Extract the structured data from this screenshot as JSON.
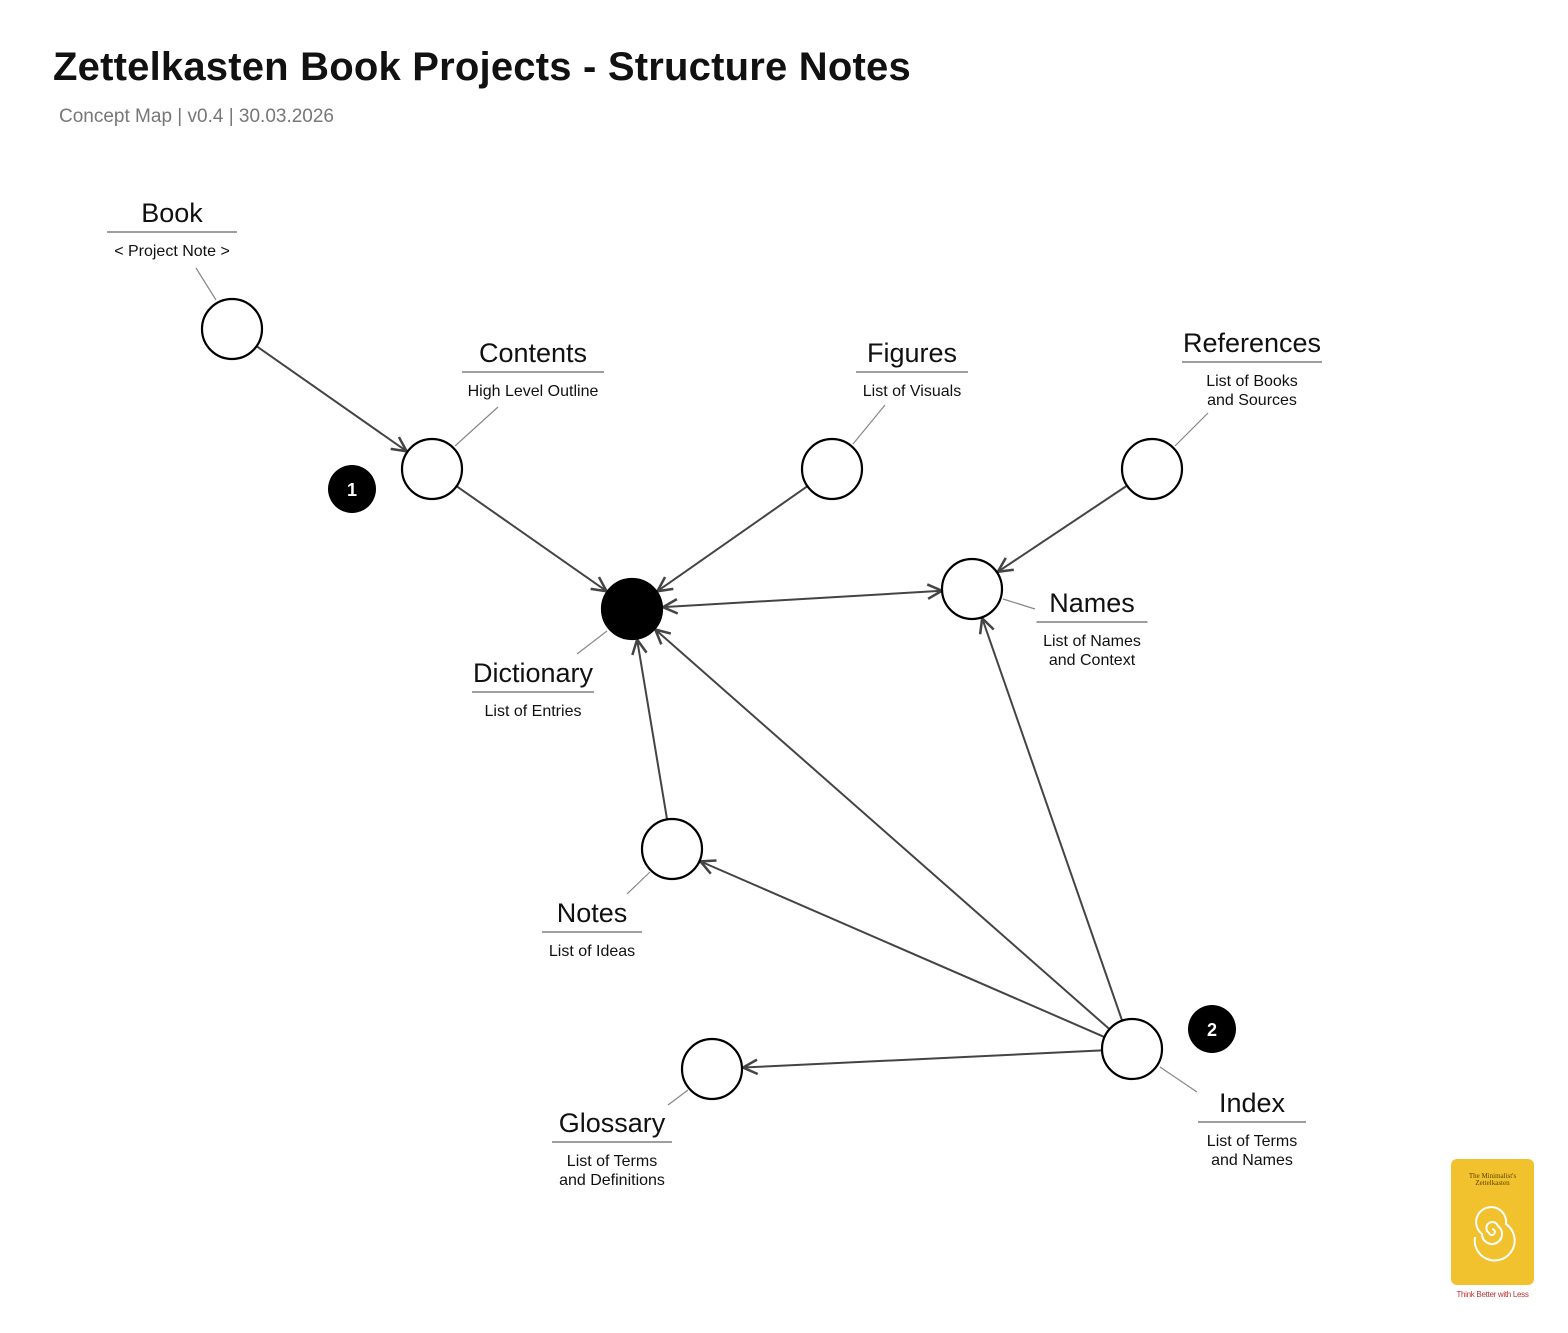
{
  "header": {
    "title": "Zettelkasten Book Projects - Structure Notes",
    "subtitle": "Concept Map | v0.4 | 30.03.2026"
  },
  "nodes": {
    "book": {
      "title": "Book",
      "desc": [
        "< Project Note >"
      ]
    },
    "contents": {
      "title": "Contents",
      "desc": [
        "High Level Outline"
      ]
    },
    "figures": {
      "title": "Figures",
      "desc": [
        "List of Visuals"
      ]
    },
    "references": {
      "title": "References",
      "desc": [
        "List of Books",
        "and Sources"
      ]
    },
    "dictionary": {
      "title": "Dictionary",
      "desc": [
        "List of Entries"
      ],
      "filled": true
    },
    "names": {
      "title": "Names",
      "desc": [
        "List of Names",
        "and Context"
      ]
    },
    "notes": {
      "title": "Notes",
      "desc": [
        "List of Ideas"
      ]
    },
    "glossary": {
      "title": "Glossary",
      "desc": [
        "List of Terms",
        "and Definitions"
      ]
    },
    "index": {
      "title": "Index",
      "desc": [
        "List of Terms",
        "and Names"
      ]
    }
  },
  "edges": [
    {
      "from": "book",
      "to": "contents"
    },
    {
      "from": "contents",
      "to": "dictionary"
    },
    {
      "from": "figures",
      "to": "dictionary"
    },
    {
      "from": "references",
      "to": "names"
    },
    {
      "from": "names",
      "to": "dictionary",
      "bidirectional": true
    },
    {
      "from": "notes",
      "to": "dictionary"
    },
    {
      "from": "index",
      "to": "dictionary"
    },
    {
      "from": "index",
      "to": "names"
    },
    {
      "from": "index",
      "to": "notes"
    },
    {
      "from": "index",
      "to": "glossary"
    }
  ],
  "badges": {
    "one": "1",
    "two": "2"
  },
  "logo": {
    "book_title": "The Minimalist's Zettelkasten",
    "book_subtitle": "Think Better with Less",
    "author": "...",
    "tagline": "Think Better with Less"
  },
  "colors": {
    "line": "#444444",
    "logo": "#f2c12e",
    "badge": "#000000"
  }
}
